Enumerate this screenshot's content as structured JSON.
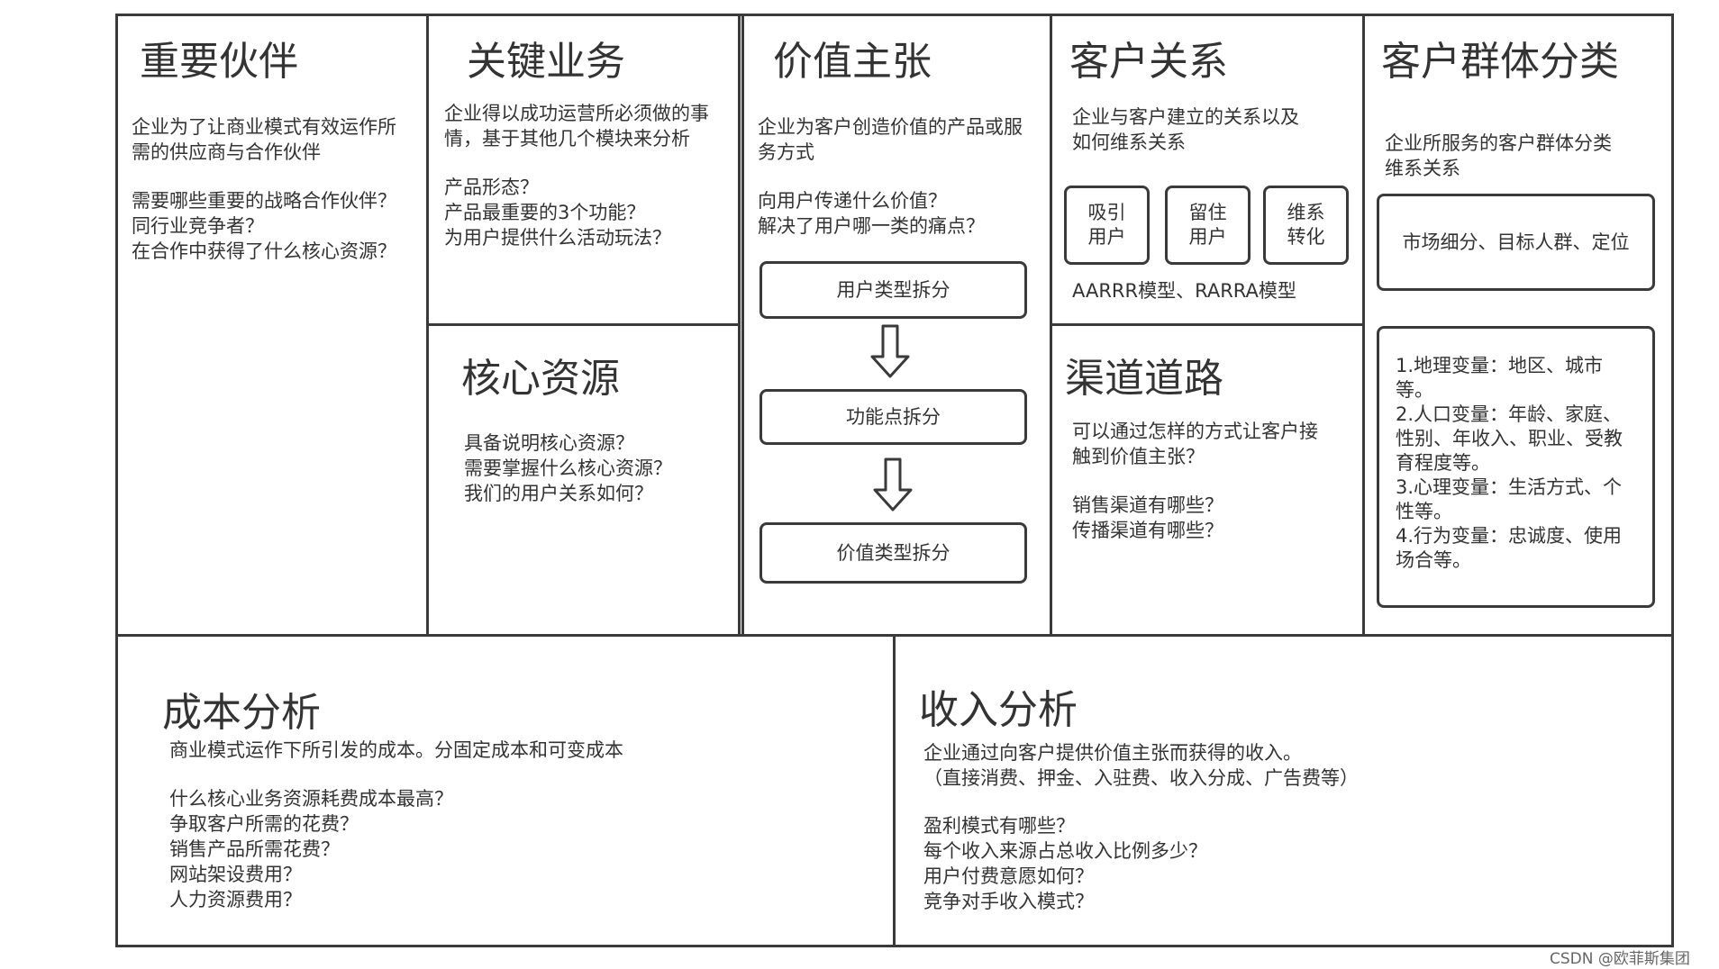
{
  "key_partners": {
    "title": "重要伙伴",
    "desc": "企业为了让商业模式有效运作所\n需的供应商与合作伙伴",
    "questions": "需要哪些重要的战略合作伙伴？\n同行业竞争者？\n在合作中获得了什么核心资源？"
  },
  "key_activities": {
    "title": "关键业务",
    "desc": "企业得以成功运营所必须做的事\n情，基于其他几个模块来分析",
    "questions": "产品形态？\n产品最重要的3个功能？\n为用户提供什么活动玩法？"
  },
  "key_resources": {
    "title": "核心资源",
    "questions": "具备说明核心资源？\n需要掌握什么核心资源？\n我们的用户关系如何？"
  },
  "value_proposition": {
    "title": "价值主张",
    "desc": "企业为客户创造价值的产品或服\n务方式",
    "questions": "向用户传递什么价值？\n解决了用户哪一类的痛点？",
    "steps": [
      "用户类型拆分",
      "功能点拆分",
      "价值类型拆分"
    ]
  },
  "customer_relationships": {
    "title": "客户关系",
    "desc": "企业与客户建立的关系以及\n如何维系关系",
    "boxes": [
      "吸引\n用户",
      "留住\n用户",
      "维系\n转化"
    ],
    "models": "AARRR模型、RARRA模型"
  },
  "channels": {
    "title": "渠道道路",
    "desc": "可以通过怎样的方式让客户接\n触到价值主张？",
    "questions": "销售渠道有哪些？\n传播渠道有哪些？"
  },
  "customer_segments": {
    "title": "客户群体分类",
    "desc": "企业所服务的客户群体分类\n维系关系",
    "box1": "市场细分、目标人群、定位",
    "box2": "1.地理变量：地区、城市\n等。\n2.人口变量：年龄、家庭、\n性别、年收入、职业、受教\n育程度等。\n3.心理变量：生活方式、个\n性等。\n4.行为变量：忠诚度、使用\n场合等。"
  },
  "cost_structure": {
    "title": "成本分析",
    "desc": "商业模式运作下所引发的成本。分固定成本和可变成本",
    "questions": "什么核心业务资源耗费成本最高？\n争取客户所需的花费？\n销售产品所需花费？\n网站架设费用？\n人力资源费用？"
  },
  "revenue_streams": {
    "title": "收入分析",
    "desc": "企业通过向客户提供价值主张而获得的收入。\n（直接消费、押金、入驻费、收入分成、广告费等）",
    "questions": "盈利模式有哪些？\n每个收入来源占总收入比例多少？\n用户付费意愿如何？\n竞争对手收入模式？"
  },
  "watermark": "CSDN @欧菲斯集团",
  "colors": {
    "line": "#3a3a3a",
    "text": "#333333"
  },
  "icons": {
    "flow_arrow": "down-arrow-icon"
  }
}
